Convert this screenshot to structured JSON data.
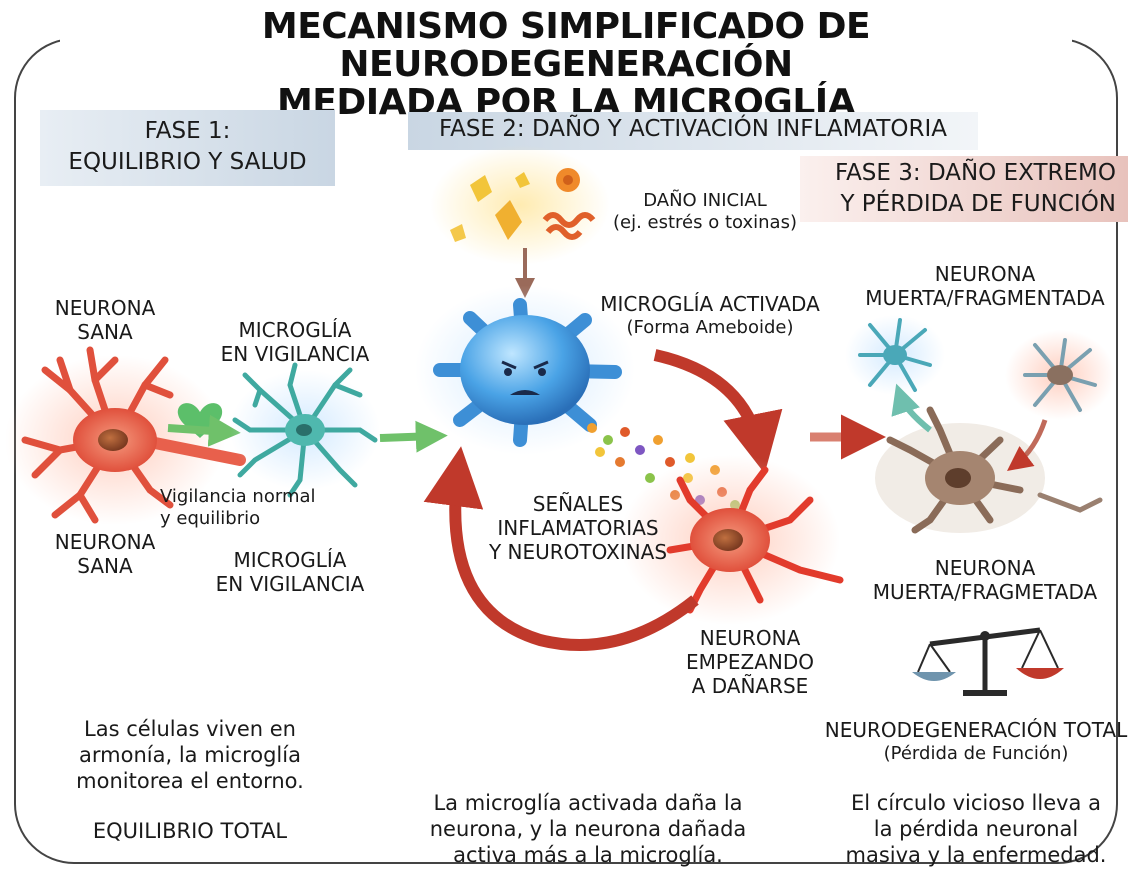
{
  "title": {
    "line1": "MECANISMO SIMPLIFICADO DE NEURODEGENERACIÓN",
    "line2": "MEDIADA POR LA MICROGLÍA"
  },
  "phases": {
    "phase1": {
      "line1": "FASE 1:",
      "line2": "EQUILIBRIO Y SALUD"
    },
    "phase2": {
      "line1": "FASE 2: DAÑO Y ACTIVACIÓN INFLAMATORIA"
    },
    "phase3": {
      "line1": "FASE 3: DAÑO EXTREMO",
      "line2": "Y PÉRDIDA DE FUNCIÓN"
    }
  },
  "phase1_labels": {
    "neuron_top": {
      "line1": "NEURONA",
      "line2": "SANA"
    },
    "microglia_top": {
      "line1": "MICROGLÍA",
      "line2": "EN VIGILANCIA"
    },
    "vigilance": {
      "line1": "Vigilancia normal",
      "line2": "y equilibrio"
    },
    "neuron_bottom": {
      "line1": "NEURONA",
      "line2": "SANA"
    },
    "microglia_bottom": {
      "line1": "MICROGLÍA",
      "line2": "EN VIGILANCIA"
    },
    "description": {
      "line1": "Las células viven en",
      "line2": "armonía, la microglía",
      "line3": "monitorea el entorno."
    },
    "summary": "EQUILIBRIO TOTAL"
  },
  "phase2_labels": {
    "initial_damage": {
      "line1": "DAÑO INICIAL",
      "line2": "(ej. estrés o toxinas)"
    },
    "activated_microglia": {
      "line1": "MICROGLÍA ACTIVADA",
      "line2": "(Forma Ameboide)"
    },
    "signals": {
      "line1": "SEÑALES",
      "line2": "INFLAMATORIAS",
      "line3": "Y NEUROTOXINAS"
    },
    "damaged_neuron": {
      "line1": "NEURONA",
      "line2": "EMPEZANDO",
      "line3": "A DAÑARSE"
    },
    "description": {
      "line1": "La microglía activada daña la",
      "line2": "neurona, y la neurona dañada",
      "line3": "activa más a la microglía."
    }
  },
  "phase3_labels": {
    "dead_neuron_top": {
      "line1": "NEURONA",
      "line2": "MUERTA/FRAGMENTADA"
    },
    "dead_neuron_bottom": {
      "line1": "NEURONA",
      "line2": "MUERTA/FRAGMETADA"
    },
    "total": {
      "line1": "NEURODEGENERACIÓN TOTAL",
      "line2": "(Pérdida de Función)"
    },
    "description": {
      "line1": "El círculo vicioso lleva a",
      "line2": "la pérdida neuronal",
      "line3": "masiva y la enfermedad."
    }
  },
  "colors": {
    "healthy_neuron": "#e8604c",
    "surveillance_microglia": "#3fa9a0",
    "activated_microglia": "#3d8fd6",
    "damaged_neuron": "#e23b2c",
    "cycle_arrow": "#c0392b",
    "green_arrow": "#6fc16a",
    "dead_neuron": "#8a6b58"
  },
  "icons": [
    "heart-icon",
    "balance-scale-icon"
  ]
}
